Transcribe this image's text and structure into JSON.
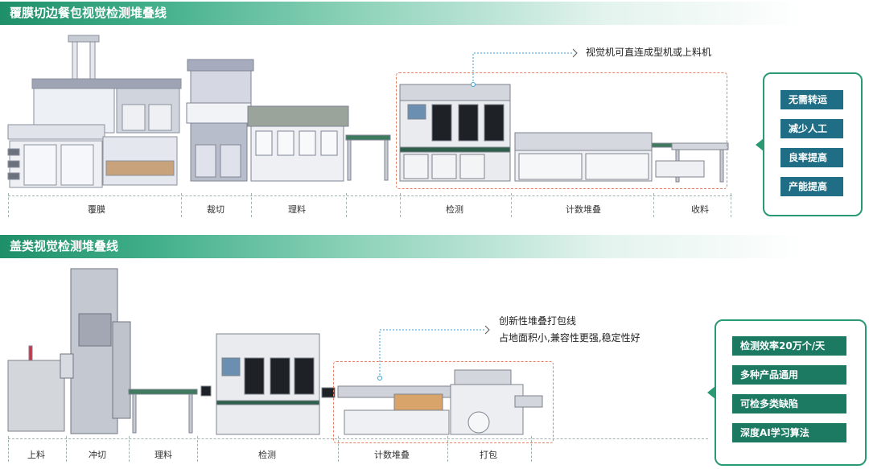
{
  "section1": {
    "title": "覆膜切边餐包视觉检测堆叠线",
    "callout": "视觉机可直连成型机或上料机",
    "stages": [
      "覆膜",
      "裁切",
      "理料",
      "检测",
      "计数堆叠",
      "收料"
    ],
    "features": [
      "无需转运",
      "减少人工",
      "良率提高",
      "产能提高"
    ]
  },
  "section2": {
    "title": "盖类视觉检测堆叠线",
    "callout_line1": "创新性堆叠打包线",
    "callout_line2": "占地面积小,兼容性更强,稳定性好",
    "stages": [
      "上料",
      "冲切",
      "理料",
      "检测",
      "计数堆叠",
      "打包"
    ],
    "features": [
      "检测效率20万个/天",
      "多种产品通用",
      "可检多类缺陷",
      "深度AI学习算法"
    ]
  },
  "colors": {
    "accent_green": "#2a9a73",
    "feature_blue": "#1f6e86",
    "dash_red": "#e8806a",
    "dash_blue": "#3c9fd6"
  }
}
